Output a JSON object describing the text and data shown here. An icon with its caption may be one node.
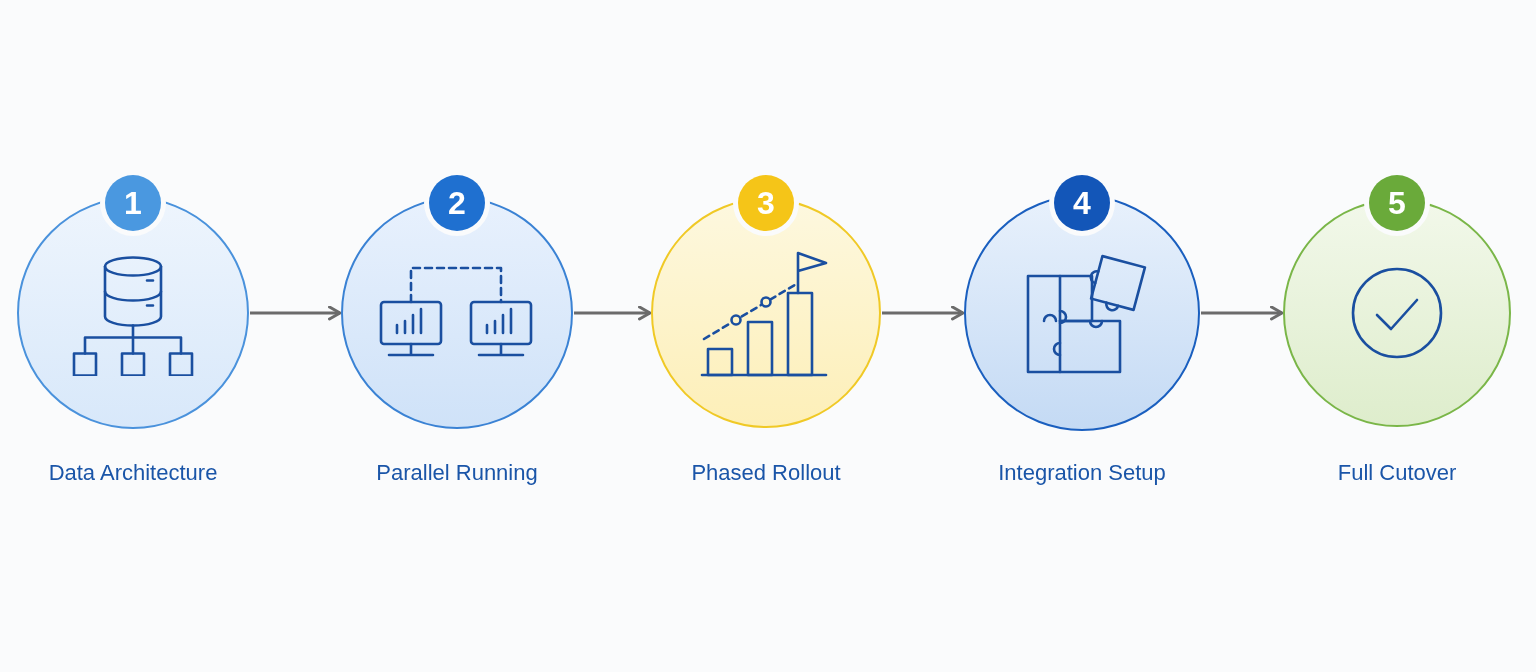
{
  "diagram": {
    "nodes": [
      {
        "text": [
          "1",
          "Data Architecture"
        ]
      },
      {
        "text": [
          "2",
          "Parallel Running"
        ]
      },
      {
        "text": [
          "3",
          "Phased Rollout"
        ]
      },
      {
        "text": [
          "4",
          "Integration Setup"
        ]
      },
      {
        "text": [
          "5",
          "Full Cutover"
        ]
      }
    ],
    "edges": [
      {
        "from": 0,
        "to": 1,
        "arrow": "to"
      },
      {
        "from": 1,
        "to": 2,
        "arrow": "to"
      },
      {
        "from": 2,
        "to": 3,
        "arrow": "to"
      },
      {
        "from": 3,
        "to": 4,
        "arrow": "to"
      }
    ]
  }
}
